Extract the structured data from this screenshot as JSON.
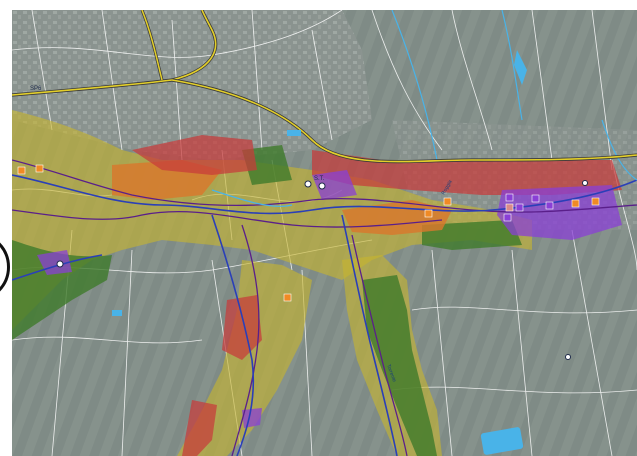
{
  "map": {
    "kind": "flood-hazard-zoning-map",
    "background": "aerial-orthophoto",
    "colors": {
      "aerial": "#7f8b86",
      "parcel_lines": "#ffffff",
      "main_road": "#e3cf2a",
      "road_casing": "#3a3a3a",
      "river_blue": "#2a3fb8",
      "stream_light": "#49b3e8",
      "boundary_purple": "#5a1f8a",
      "zone_yellow": "#c6b52e",
      "zone_orange": "#d9782c",
      "zone_red": "#c73a3a",
      "zone_violet": "#8a3fd6",
      "zone_green": "#3f7a2a",
      "zone_pink": "#d98a8a",
      "marker_orange": "#f08a24"
    },
    "labels": {
      "road_label": "SP6",
      "locality_label": "S.T.",
      "stream_label_1": "Roggia",
      "stream_label_2": "Torrente"
    },
    "icons": [
      "warning-marker-icon",
      "site-point-icon",
      "compass-fragment-icon"
    ]
  }
}
